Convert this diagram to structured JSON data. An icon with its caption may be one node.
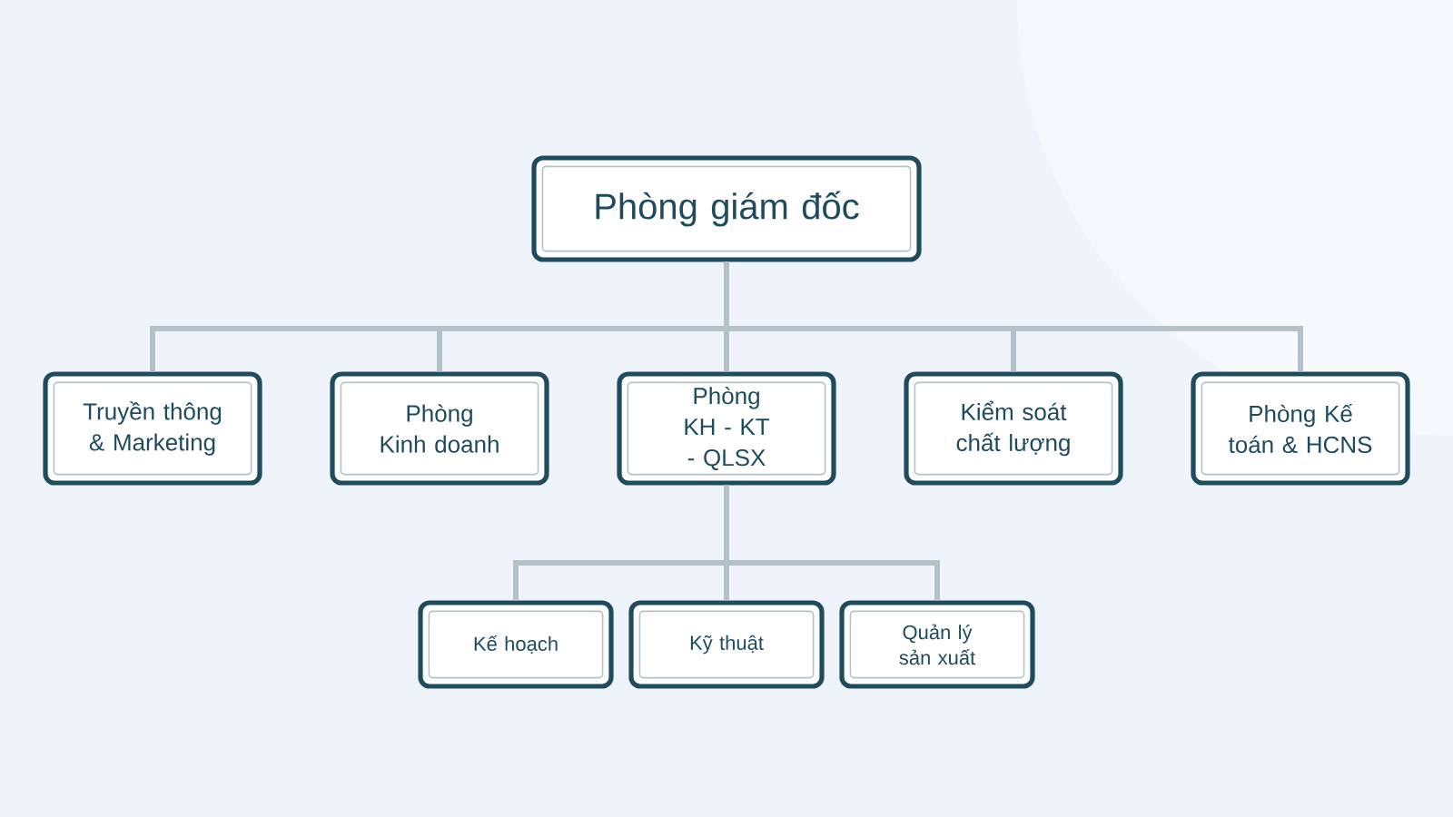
{
  "diagram": {
    "nodes": [
      {
        "text": [
          "Phòng giám đốc"
        ]
      },
      {
        "text": [
          "Truyền thông & Marketing"
        ]
      },
      {
        "text": [
          "Phòng Kinh doanh"
        ]
      },
      {
        "text": [
          "Phòng KH - KT - QLSX"
        ]
      },
      {
        "text": [
          "Kiểm soát chất lượng"
        ]
      },
      {
        "text": [
          "Phòng Kế toán & HCNS"
        ]
      },
      {
        "text": [
          "Kế hoạch"
        ]
      },
      {
        "text": [
          "Kỹ thuật"
        ]
      },
      {
        "text": [
          "Quản lý sản xuất"
        ]
      }
    ],
    "edges": [
      {
        "from": 0,
        "to": 1,
        "arrow": "none"
      },
      {
        "from": 0,
        "to": 2,
        "arrow": "none"
      },
      {
        "from": 0,
        "to": 3,
        "arrow": "none"
      },
      {
        "from": 0,
        "to": 4,
        "arrow": "none"
      },
      {
        "from": 0,
        "to": 5,
        "arrow": "none"
      },
      {
        "from": 3,
        "to": 6,
        "arrow": "none"
      },
      {
        "from": 3,
        "to": 7,
        "arrow": "none"
      },
      {
        "from": 3,
        "to": 8,
        "arrow": "none"
      }
    ]
  }
}
